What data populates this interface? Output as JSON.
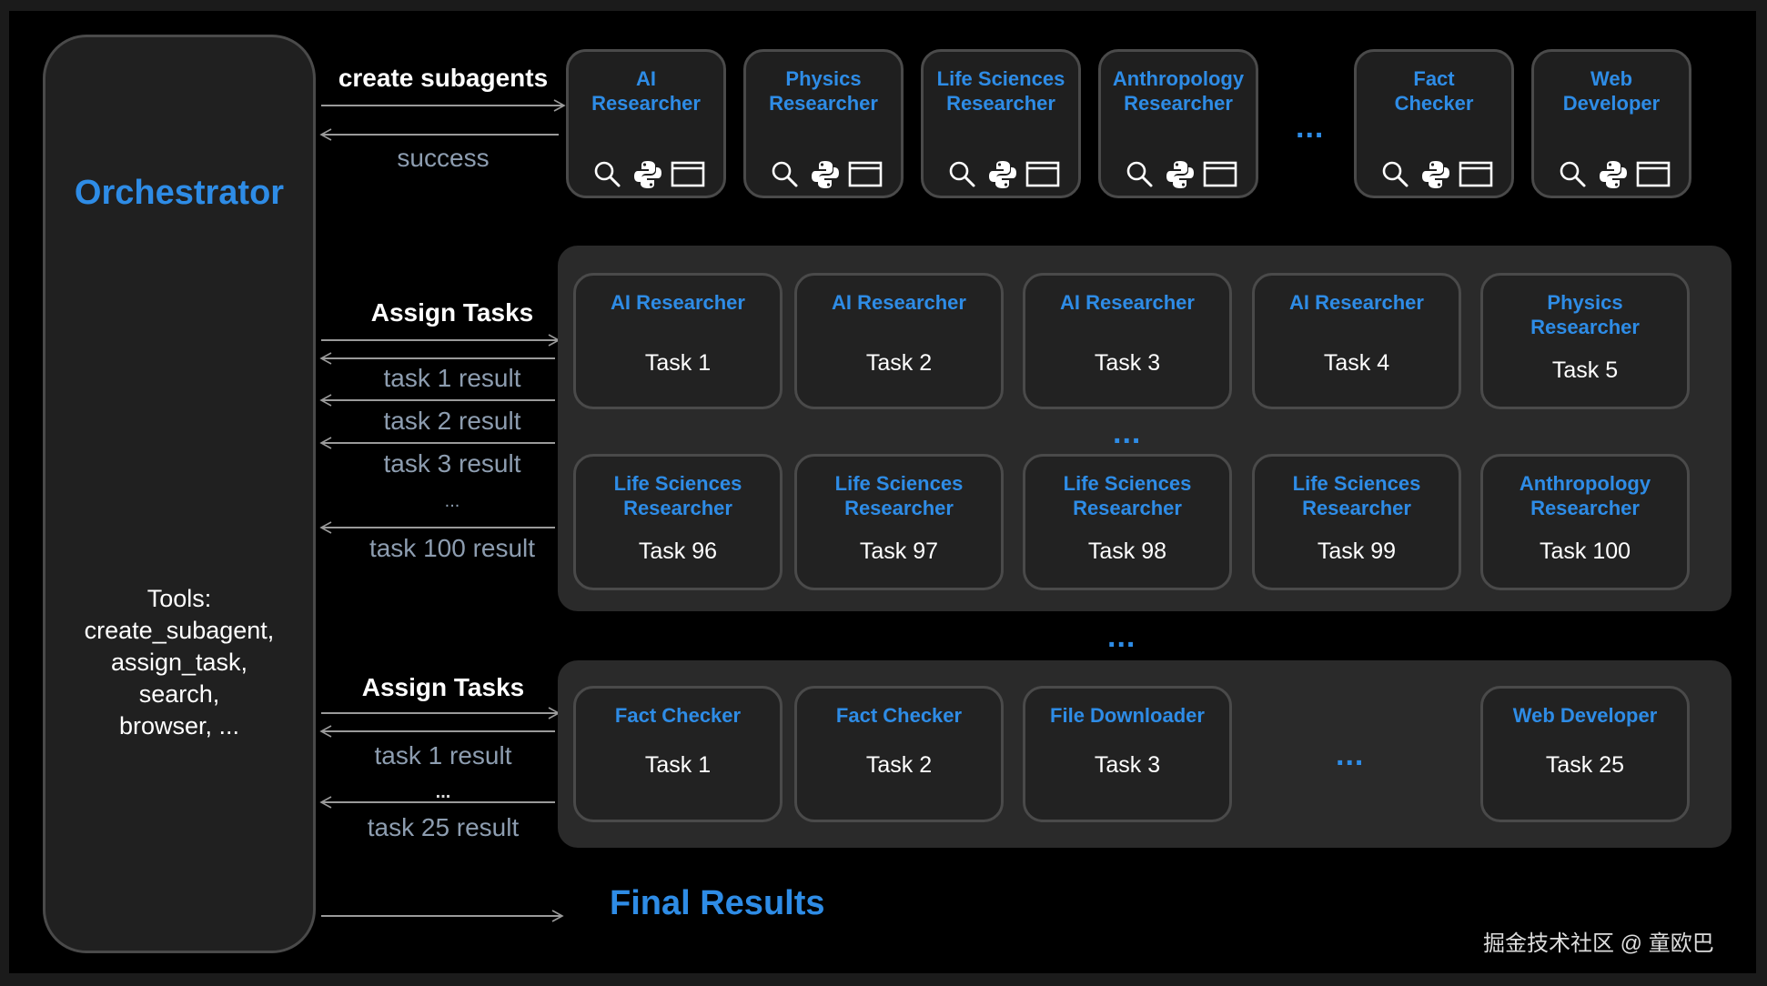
{
  "orchestrator": {
    "title": "Orchestrator",
    "tools_lines": [
      "Tools:",
      "create_subagent,",
      "assign_task,",
      "search,",
      "browser, ..."
    ]
  },
  "create_section": {
    "label": "create subagents",
    "return_label": "success",
    "agents": [
      {
        "name": "AI\nResearcher",
        "icons": [
          "search-icon",
          "python-icon",
          "browser-window-icon"
        ]
      },
      {
        "name": "Physics\nResearcher",
        "icons": [
          "search-icon",
          "python-icon",
          "browser-window-icon"
        ]
      },
      {
        "name": "Life Sciences\nResearcher",
        "icons": [
          "search-icon",
          "python-icon",
          "browser-window-icon"
        ]
      },
      {
        "name": "Anthropology\nResearcher",
        "icons": [
          "search-icon",
          "python-icon",
          "browser-window-icon"
        ]
      },
      {
        "name": "Fact\nChecker",
        "icons": [
          "search-icon",
          "python-icon",
          "browser-window-icon"
        ]
      },
      {
        "name": "Web\nDeveloper",
        "icons": [
          "search-icon",
          "python-icon",
          "browser-window-icon"
        ]
      }
    ],
    "ellipsis": "..."
  },
  "assign_section_1": {
    "label": "Assign Tasks",
    "results": [
      "task 1 result",
      "task 2 result",
      "task 3 result",
      "...",
      "task 100 result"
    ],
    "tasks_row_1": [
      {
        "role": "AI Researcher",
        "task": "Task 1"
      },
      {
        "role": "AI Researcher",
        "task": "Task 2"
      },
      {
        "role": "AI Researcher",
        "task": "Task 3"
      },
      {
        "role": "AI Researcher",
        "task": "Task 4"
      },
      {
        "role": "Physics\nResearcher",
        "task": "Task 5"
      }
    ],
    "row_ellipsis": "...",
    "tasks_row_2": [
      {
        "role": "Life Sciences\nResearcher",
        "task": "Task 96"
      },
      {
        "role": "Life Sciences\nResearcher",
        "task": "Task  97"
      },
      {
        "role": "Life Sciences\nResearcher",
        "task": "Task 98"
      },
      {
        "role": "Life Sciences\nResearcher",
        "task": "Task 99"
      },
      {
        "role": "Anthropology\nResearcher",
        "task": "Task 100"
      }
    ]
  },
  "between_panels_ellipsis": "...",
  "assign_section_2": {
    "label": "Assign Tasks",
    "results": [
      "task 1 result",
      "...",
      "task 25 result"
    ],
    "tasks": [
      {
        "role": "Fact Checker",
        "task": "Task 1"
      },
      {
        "role": "Fact Checker",
        "task": "Task 2"
      },
      {
        "role": "File Downloader",
        "task": "Task 3"
      },
      {
        "role": "Web Developer",
        "task": "Task 25"
      }
    ],
    "ellipsis": "..."
  },
  "final_results": "Final Results",
  "watermark": "掘金技术社区 @ 童欧巴",
  "colors": {
    "accent_blue": "#2e8ce6",
    "panel_bg": "#2a2a2a",
    "border": "#4a4a4a",
    "muted_text": "#8d9db0"
  }
}
